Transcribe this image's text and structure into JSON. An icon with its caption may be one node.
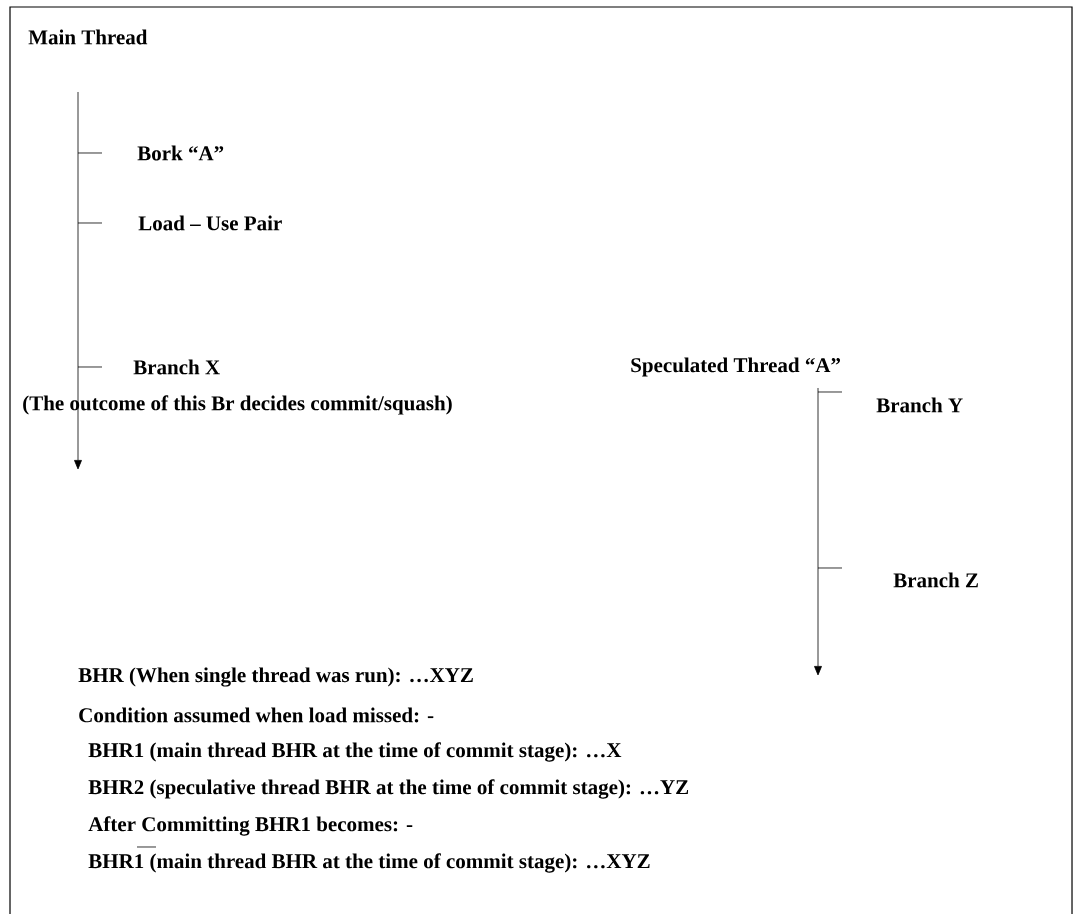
{
  "diagram": {
    "title": "Main Thread",
    "labels": [
      "Bork “A”",
      "Load – Use Pair",
      "Branch X",
      "Speculated Thread “A”",
      "(The outcome of this Br decides commit/squash)",
      "Branch Y",
      "Branch Z",
      "BHR (When single thread was run): …XYZ",
      "Condition assumed when load missed: -",
      "BHR1 (main thread BHR at the time of commit stage): …X",
      "BHR2 (speculative thread BHR at the time of commit stage): …YZ",
      "After Committing BHR1 becomes: -",
      "BHR1 (main thread BHR at the time of commit stage): …XYZ"
    ]
  }
}
